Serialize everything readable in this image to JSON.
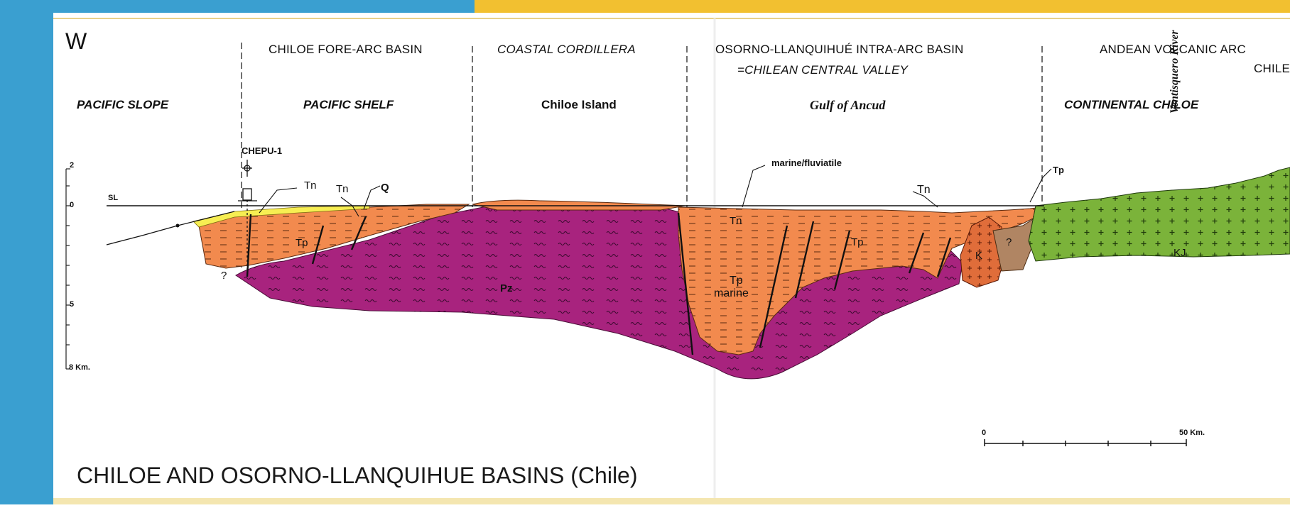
{
  "orientation": "W",
  "regions": {
    "fore_arc_basin": "CHILOE FORE-ARC BASIN",
    "coastal_cordillera": "COASTAL CORDILLERA",
    "intra_arc_basin": "OSORNO-LLANQUIHUÉ INTRA-ARC BASIN",
    "central_valley": "=CHILEAN CENTRAL VALLEY",
    "volcanic_arc": "ANDEAN VOLCANIC ARC",
    "volcanic_arc_cut": "CHILE"
  },
  "subregions": {
    "pacific_slope": "PACIFIC SLOPE",
    "pacific_shelf": "PACIFIC SHELF",
    "chiloe_island": "Chiloe Island",
    "gulf_of_ancud": "Gulf of Ancud",
    "continental_chiloe": "CONTINENTAL CHILOE",
    "river": "Ventisquero River"
  },
  "depth_scale": {
    "ticks": [
      "2",
      "0",
      "5",
      "8 Km."
    ]
  },
  "sea_level": "SL",
  "well": "CHEPU-1",
  "units": {
    "tn": "Tn",
    "tp": "Tp",
    "q": "Q",
    "pz": "Pz",
    "k": "K",
    "kj": "KJ",
    "marine": "marine",
    "marine_fluviatile": "marine/fluviatile",
    "unknown": "?"
  },
  "scale_bar": {
    "start": "0",
    "end": "50 Km."
  },
  "title": "CHILOE AND OSORNO-LLANQUIHUE BASINS (Chile)",
  "colors": {
    "frame_blue": "#3a9fd0",
    "frame_yellow": "#f2c030",
    "paleozoic": "#a8237e",
    "tertiary": "#f28a4e",
    "quaternary": "#f7ee52",
    "granite": "#7bb33a",
    "brown": "#b08563",
    "k_red": "#e06d3a"
  }
}
